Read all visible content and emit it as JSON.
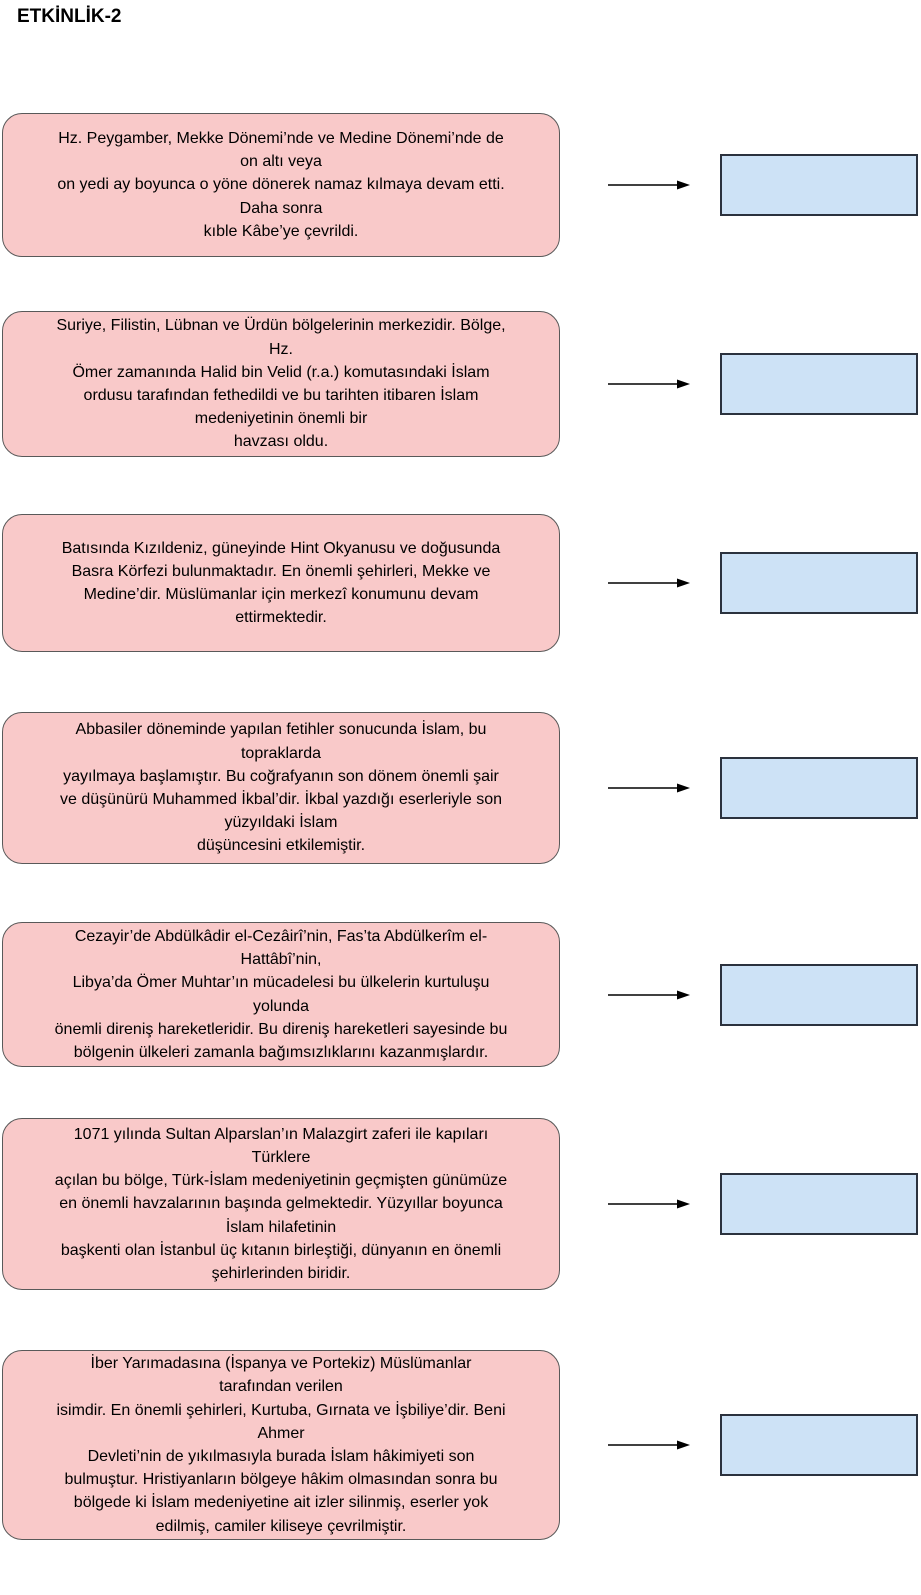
{
  "page": {
    "title": "ETKİNLİK-2"
  },
  "colors": {
    "clue_card_fill": "#f9c9c9",
    "clue_card_border": "#595959",
    "answer_box_fill": "#cde2f6",
    "answer_box_border": "#2b323e",
    "arrow": "#000000",
    "text": "#000000"
  },
  "icons": {
    "row_connector": "right-arrow-icon"
  },
  "rows": [
    {
      "description_lines": [
        "Hz. Peygamber, Mekke Dönemi’nde ve Medine Dönemi’nde de",
        "on altı veya",
        "on yedi ay boyunca o yöne dönerek namaz kılmaya devam etti.",
        "Daha sonra",
        "kıble Kâbe’ye çevrildi."
      ],
      "answer_value": ""
    },
    {
      "description_lines": [
        "Suriye, Filistin, Lübnan ve Ürdün bölgelerinin merkezidir. Bölge,",
        "Hz.",
        "Ömer zamanında Halid bin Velid (r.a.) komutasındaki İslam",
        "ordusu tarafından fethedildi ve bu tarihten itibaren İslam",
        "medeniyetinin önemli bir",
        "havzası oldu."
      ],
      "answer_value": ""
    },
    {
      "description_lines": [
        "Batısında Kızıldeniz, güneyinde Hint Okyanusu ve doğusunda",
        "Basra Körfezi bulunmaktadır. En önemli şehirleri, Mekke ve",
        "Medine’dir. Müslümanlar için merkezî konumunu devam",
        "ettirmektedir."
      ],
      "answer_value": ""
    },
    {
      "description_lines": [
        "Abbasiler döneminde yapılan fetihler sonucunda İslam, bu",
        "topraklarda",
        "yayılmaya başlamıştır. Bu coğrafyanın son dönem önemli şair",
        "ve düşünürü Muhammed İkbal’dir. İkbal yazdığı eserleriyle son",
        "yüzyıldaki İslam",
        "düşüncesini etkilemiştir."
      ],
      "answer_value": ""
    },
    {
      "description_lines": [
        "Cezayir’de Abdülkâdir el-Cezâirî’nin, Fas’ta Abdülkerîm el-",
        "Hattâbî’nin,",
        "Libya’da Ömer Muhtar’ın mücadelesi bu ülkelerin kurtuluşu",
        "yolunda",
        "önemli direniş hareketleridir. Bu direniş hareketleri sayesinde bu",
        "bölgenin ülkeleri zamanla bağımsızlıklarını kazanmışlardır."
      ],
      "answer_value": ""
    },
    {
      "description_lines": [
        "1071 yılında Sultan Alparslan’ın Malazgirt zaferi ile kapıları",
        "Türklere",
        "açılan bu bölge, Türk-İslam medeniyetinin geçmişten günümüze",
        "en önemli havzalarının başında gelmektedir. Yüzyıllar boyunca",
        "İslam hilafetinin",
        "başkenti olan İstanbul üç kıtanın birleştiği, dünyanın en önemli",
        "şehirlerinden biridir."
      ],
      "answer_value": ""
    },
    {
      "description_lines": [
        "İber Yarımadasına (İspanya ve Portekiz) Müslümanlar",
        "tarafından verilen",
        "isimdir. En önemli şehirleri, Kurtuba, Gırnata ve İşbiliye’dir. Beni",
        "Ahmer",
        "Devleti’nin de yıkılmasıyla burada İslam hâkimiyeti son",
        "bulmuştur. Hristiyanların bölgeye hâkim olmasından sonra bu",
        "bölgede ki İslam medeniyetine ait izler silinmiş, eserler yok",
        "edilmiş, camiler kiliseye çevrilmiştir."
      ],
      "answer_value": ""
    }
  ]
}
